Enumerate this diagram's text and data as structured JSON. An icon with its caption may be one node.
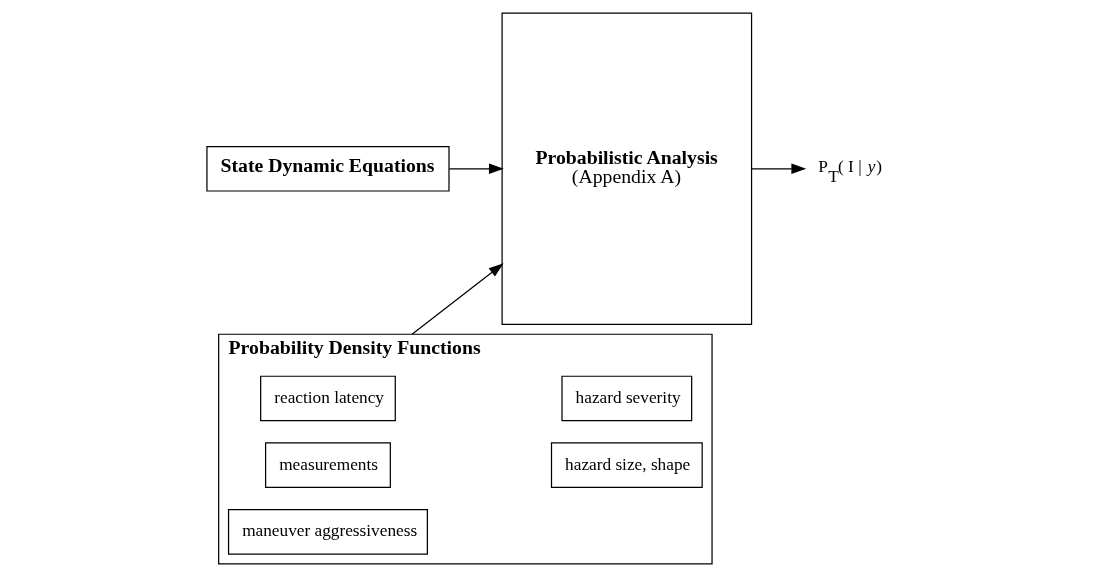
{
  "diagram": {
    "nodes": [
      {
        "text": [
          "State Dynamic Equations"
        ]
      },
      {
        "text": [
          "Probability Density Functions"
        ]
      },
      {
        "text": [
          "measurements"
        ],
        "in": 1
      },
      {
        "text": [
          "hazard size, shape"
        ],
        "in": 1
      },
      {
        "text": [
          "reaction latency"
        ],
        "in": 1
      },
      {
        "text": [
          "hazard severity"
        ],
        "in": 1
      },
      {
        "text": [
          "maneuver aggressiveness"
        ],
        "in": 1
      },
      {
        "text": [
          "Probabilistic Analysis",
          "(Appendix A)"
        ]
      },
      {
        "text": [
          "P$_{T}$( I | *y*)"
        ]
      }
    ],
    "edges": [
      {
        "from": 0,
        "to": 7,
        "arrow": "to"
      },
      {
        "from": 1,
        "to": 7,
        "arrow": "to"
      },
      {
        "from": 7,
        "to": 8,
        "arrow": "to"
      }
    ]
  }
}
